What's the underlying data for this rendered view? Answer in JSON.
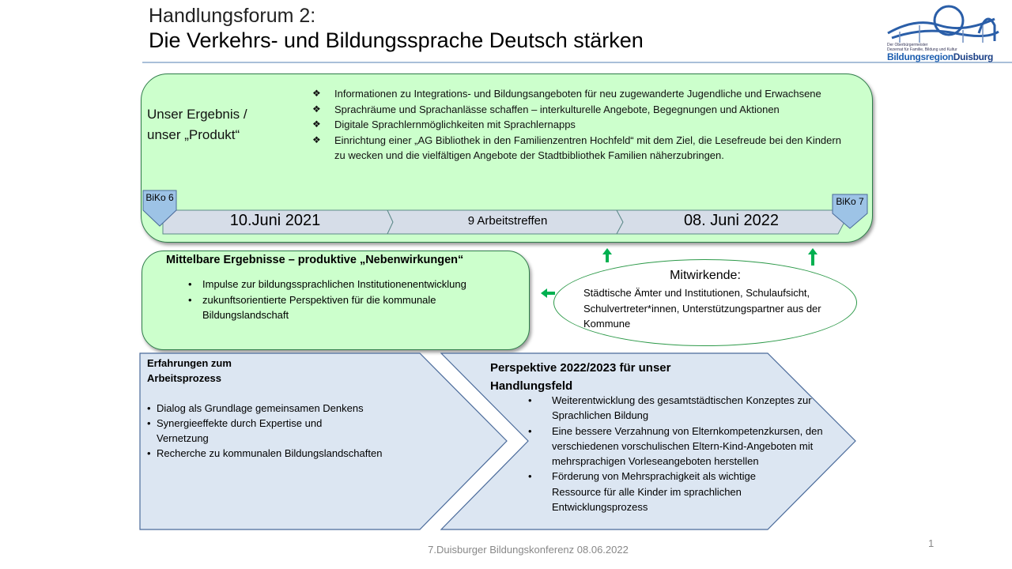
{
  "header": {
    "title_line1": "Handlungsforum 2:",
    "title_line2": "Die Verkehrs- und Bildungssprache Deutsch stärken"
  },
  "logo": {
    "line1": "Der Oberbürgermeister",
    "line2": "Dezernat für Familie, Bildung und Kultur",
    "brand_a": "Bildungsregion",
    "brand_b": "Duisburg"
  },
  "result": {
    "label_line1": "Unser Ergebnis /",
    "label_line2": "unser „Produkt“",
    "items": [
      "Informationen zu Integrations- und Bildungsangeboten für neu zugewanderte Jugendliche und Erwachsene",
      "Sprachräume und Sprachanlässe schaffen – interkulturelle Angebote, Begegnungen und Aktionen",
      "Digitale Sprachlernmöglichkeiten mit Sprachlernapps",
      "Einrichtung einer „AG  Bibliothek in den Familienzentren Hochfeld“ mit dem Ziel, die Lesefreude bei den Kindern zu wecken und die vielfältigen Angebote der Stadtbibliothek Familien näherzubringen."
    ]
  },
  "timeline": {
    "start_marker": "BiKo 6",
    "end_marker": "BiKo 7",
    "steps": [
      "10.Juni 2021",
      "9 Arbeitstreffen",
      "08. Juni 2022"
    ]
  },
  "indirect": {
    "title": "Mittelbare Ergebnisse – produktive „Nebenwirkungen“",
    "items": [
      "Impulse zur bildungssprachlichen Institutionenentwicklung",
      "zukunftsorientierte Perspektiven für die kommunale Bildungslandschaft"
    ]
  },
  "contributors": {
    "title": "Mitwirkende:",
    "text": "Städtische Ämter und Institutionen,  Schulaufsicht, Schulvertreter*innen,  Unterstützungspartner aus der Kommune"
  },
  "experience": {
    "title_line1": "Erfahrungen zum",
    "title_line2": "Arbeitsprozess",
    "items": [
      "Dialog als Grundlage gemeinsamen Denkens",
      "Synergieeffekte durch Expertise und Vernetzung",
      "Recherche zu kommunalen  Bildungslandschaften"
    ]
  },
  "perspective": {
    "title_line1": "Perspektive 2022/2023 für unser",
    "title_line2": "Handlungsfeld",
    "items": [
      "Weiterentwicklung des gesamtstädtischen Konzeptes zur Sprachlichen Bildung",
      "Eine bessere Verzahnung von Elternkompetenzkursen, den verschiedenen vorschulischen  Eltern-Kind-Angeboten  mit mehrsprachigen Vorleseangeboten herstellen",
      "Förderung  von Mehrsprachigkeit als wichtige Ressource für alle Kinder im sprachlichen Entwicklungsprozess"
    ]
  },
  "footer": {
    "text": "7.Duisburger Bildungskonferenz 08.06.2022",
    "page": "1"
  },
  "colors": {
    "green_fill": "#ccffcc",
    "green_border": "#2f7d4a",
    "blue_fill": "#dce6f2",
    "blue_border": "#4a6a9a",
    "arrow_green": "#00b050"
  }
}
